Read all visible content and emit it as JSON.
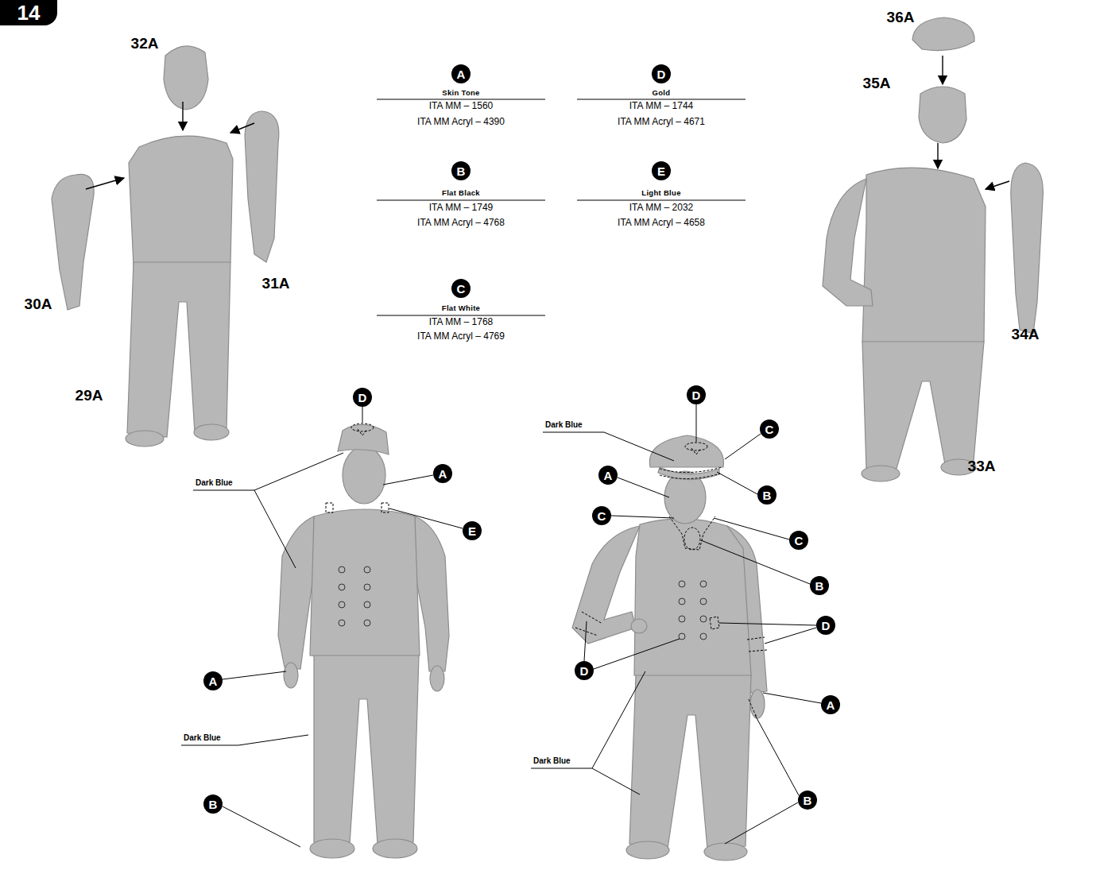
{
  "diagram": {
    "nodes": [
      {
        "text": [
          "14"
        ]
      },
      {
        "text": [
          "A"
        ]
      },
      {
        "text": [
          "D"
        ]
      },
      {
        "text": [
          "B"
        ]
      },
      {
        "text": [
          "E"
        ]
      },
      {
        "text": [
          "C"
        ]
      },
      {
        "text": [
          "D"
        ]
      },
      {
        "text": [
          "A"
        ]
      },
      {
        "text": [
          "E"
        ]
      },
      {
        "text": [
          "A"
        ]
      },
      {
        "text": [
          "B"
        ]
      },
      {
        "text": [
          "D"
        ]
      },
      {
        "text": [
          "C"
        ]
      },
      {
        "text": [
          "A"
        ]
      },
      {
        "text": [
          "B"
        ]
      },
      {
        "text": [
          "C"
        ]
      },
      {
        "text": [
          "C"
        ]
      },
      {
        "text": [
          "B"
        ]
      },
      {
        "text": [
          "D"
        ]
      },
      {
        "text": [
          "D"
        ]
      },
      {
        "text": [
          "A"
        ]
      },
      {
        "text": [
          "B"
        ]
      }
    ],
    "labels": [
      "32A",
      "Skin Tone",
      "ITA MM – 1560",
      "ITA MM Acryl – 4390",
      "Gold",
      "ITA MM – 1744",
      "ITA MM Acryl – 4671",
      "36A",
      "35A",
      "Flat Black",
      "ITA MM – 1749",
      "ITA MM Acryl – 4768",
      "Light Blue",
      "ITA MM – 2032",
      "ITA MM Acryl – 4658",
      "31A",
      "30A",
      "Flat White",
      "ITA MM – 1768",
      "ITA MM Acryl – 4769",
      "34A",
      "29A",
      "33A",
      "Dark Blue",
      "Dark Blue",
      "Dark Blue",
      "Dark Blue"
    ]
  }
}
